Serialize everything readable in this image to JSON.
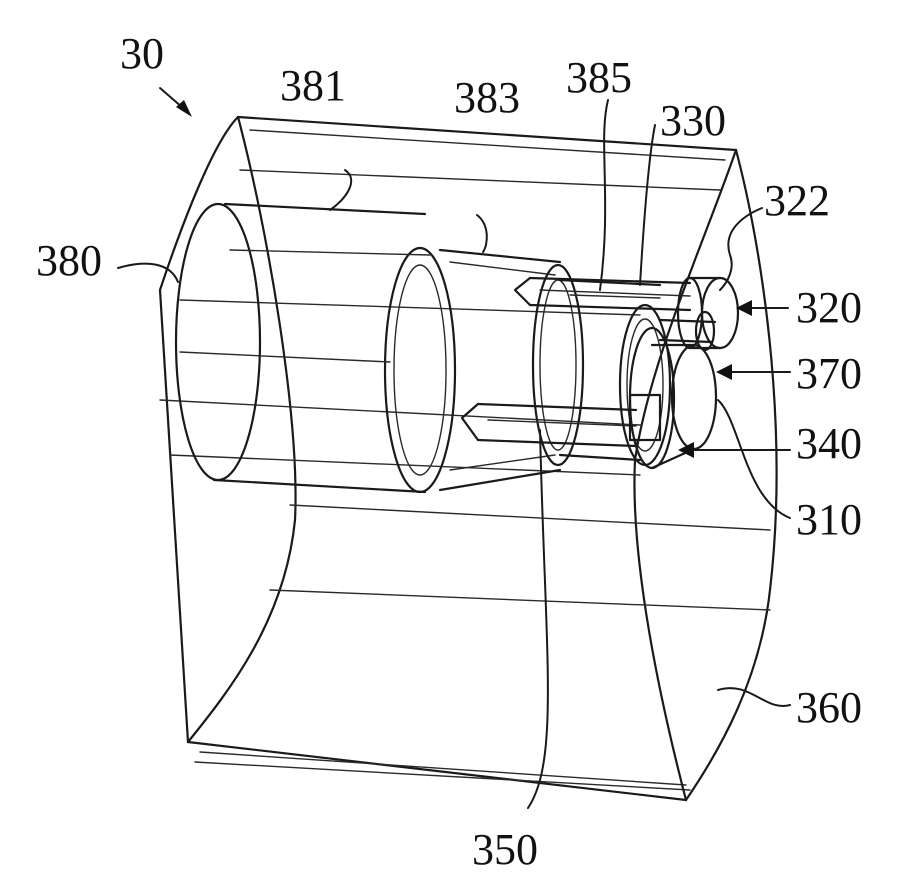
{
  "figure": {
    "labels": {
      "l30": "30",
      "l381": "381",
      "l383": "383",
      "l385": "385",
      "l330": "330",
      "l322": "322",
      "l380": "380",
      "l320": "320",
      "l370": "370",
      "l340": "340",
      "l310": "310",
      "l360": "360",
      "l350": "350"
    }
  }
}
